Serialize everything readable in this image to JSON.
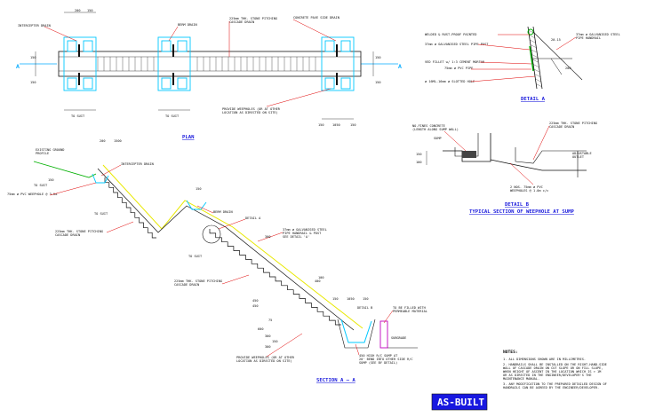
{
  "plan": {
    "title": "PLAN",
    "labels": {
      "intercepter_drain": "INTERCEPTER DRAIN",
      "berm_drain": "BERM DRAIN",
      "stone_pitching": "225mm THK. STONE PITCHING",
      "stone_pitching_2": "CASCADE DRAIN",
      "concrete_drain": "CONCRETE PAVE SIDE DRAIN",
      "provide_weepholes": "PROVIDE WEEPHOLES (OR AT OTHER",
      "provide_weepholes_2": "LOCATION AS DIRECTED ON SITE)",
      "to_suit_1": "TO SUIT",
      "to_suit_2": "TO SUIT",
      "section_a_left": "A",
      "section_a_right": "A"
    },
    "dims": [
      "200",
      "150",
      "150",
      "150",
      "150",
      "150",
      "150",
      "1050",
      "150"
    ]
  },
  "detail_a": {
    "title": "DETAIL A",
    "labels": {
      "welded": "WELDED & RUST-PROOF PAINTED",
      "handrail": "37mm ø GALVANISED STEEL",
      "handrail_2": "PIPE HANDRAIL",
      "pipe_post": "37mm ø GALVANISED STEEL PIPE POST",
      "mortar": "VED FILLET w/ 1:3 CEMENT MORTAR",
      "pvc": "75mm ø PVC PIPE",
      "slotted": "ø 16ML-16mm ø SLOTTED HOLE",
      "dim_200": "200",
      "dim_20": "20-15"
    }
  },
  "detail_b": {
    "title": "DETAIL B",
    "subtitle": "TYPICAL SECTION OF WEEPHOLE AT SUMP",
    "labels": {
      "no_fines": "NO-FINES CONCRETE",
      "no_fines_2": "(LENGTH ALONG SUMP WALL)",
      "sump": "SUMP",
      "stone": "225mm THK. STONE PITCHING",
      "stone_2": "CASCADE DRAIN",
      "adjustable": "ADJUSTABLE",
      "adjustable_2": "OUTLET",
      "weephole": "2 NOS. 75mm ø PVC",
      "weephole_2": "WEEPHOLES @ 1.0m c/c",
      "dim_1": "150",
      "dim_2": "100"
    }
  },
  "section": {
    "title": "SECTION A — A",
    "labels": {
      "existing_ground": "EXISTING GROUND",
      "existing_ground_2": "PROFILE",
      "intercepter": "INTERCEPTER DRAIN",
      "weephole": "75mm ø PVC WEEPHOLE @ 3.0m",
      "to_suit_1": "TO SUIT",
      "to_suit_2": "TO SUIT",
      "to_suit_3": "TO SUIT",
      "stone_1": "225mm THK. STONE PITCHING",
      "stone_1b": "CASCADE DRAIN",
      "berm": "BERM DRAIN",
      "detail_a": "DETAIL A",
      "handrail": "37mm ø GALVANISED STEEL",
      "handrail_2": "PIPE HANDRAIL & POST",
      "handrail_3": "SEE DETAIL 'A'",
      "stone_2": "225mm THK. STONE PITCHING",
      "stone_2b": "CASCADE DRAIN",
      "be_filled": "TO BE FILLED WITH",
      "be_filled_2": "PERMEABLE MATERIAL",
      "subgrade": "SUBGRADE",
      "provide_weepholes": "PROVIDE WEEPHOLES (OR AT OTHER",
      "provide_weepholes_2": "LOCATION AS DIRECTED ON SITE)",
      "sump": "450 HIGH R/C SUMP AT",
      "sump_2": "20' BEND INTO OTHER SIDE R/C",
      "sump_3": "SUMP (SEE BY DETAIL)",
      "detail_b": "DETAIL B"
    },
    "dims": [
      "200",
      "1500",
      "150",
      "150",
      "450",
      "300",
      "300",
      "150",
      "300",
      "450",
      "150",
      "1050",
      "150",
      "100",
      "75",
      "600",
      "400"
    ]
  },
  "notes": {
    "title": "NOTES:",
    "items": [
      "1.  ALL DIMENSIONS SHOWN ARE IN MILLIMETRES.",
      "2.  HANDRAILS SHALL BE INSTALLED ON THE RIGHT-HAND-SIDE",
      "    WALL OF CASCADE DRAIN ON CUT SLOPE OR ON FILL SLOPE,",
      "    WHEN HEIGHT OF ASCENT IN THE LOCATION WHICH IS > 1M",
      "    OR AS DIRECTED IN THE ENGINEER/DEVELOPER'S THE",
      "    MAINTENANCE MANUAL.",
      "3.  ANY MODIFICATION TO THE PREPARED DETAILED DESIGN OF",
      "    HANDRAILS CAN BE AGREED BY THE ENGINEER/DEVELOPER."
    ]
  },
  "stamp": {
    "label": "AS-BUILT"
  },
  "colors": {
    "background": "#ffffff",
    "line": "#111111",
    "cyan": "#00c8ff",
    "red": "#e00000",
    "magenta": "#c000c0",
    "yellow": "#e8e800",
    "green": "#00b000",
    "title_blue": "#1a1adc",
    "stamp_bg": "#1818e0"
  }
}
